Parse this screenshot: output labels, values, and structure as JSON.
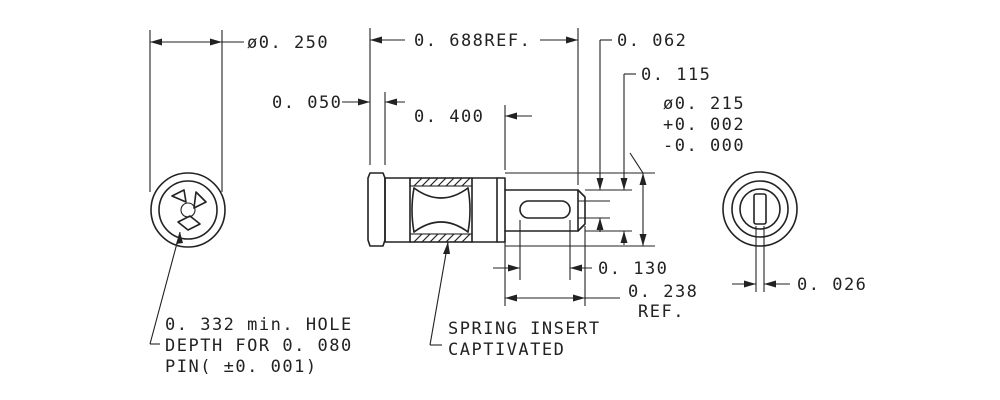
{
  "dimensions": {
    "dia_250": "ø0. 250",
    "ref_688": "0. 688REF.",
    "d_062": "0. 062",
    "d_115": "0. 115",
    "d_050": "0. 050",
    "d_400": "0. 400",
    "dia_215": "ø0. 215",
    "tol_plus": "+0. 002",
    "tol_minus": "-0. 000",
    "d_130": "0. 130",
    "d_238": "0. 238",
    "ref_label": "REF.",
    "d_026": "0. 026"
  },
  "notes": {
    "hole": [
      "0. 332 min.  HOLE",
      "DEPTH FOR 0. 080",
      "PIN( ±0. 001)"
    ],
    "spring": [
      "SPRING INSERT",
      "CAPTIVATED"
    ]
  },
  "colors": {
    "ink": "#222222",
    "background": "#ffffff"
  }
}
